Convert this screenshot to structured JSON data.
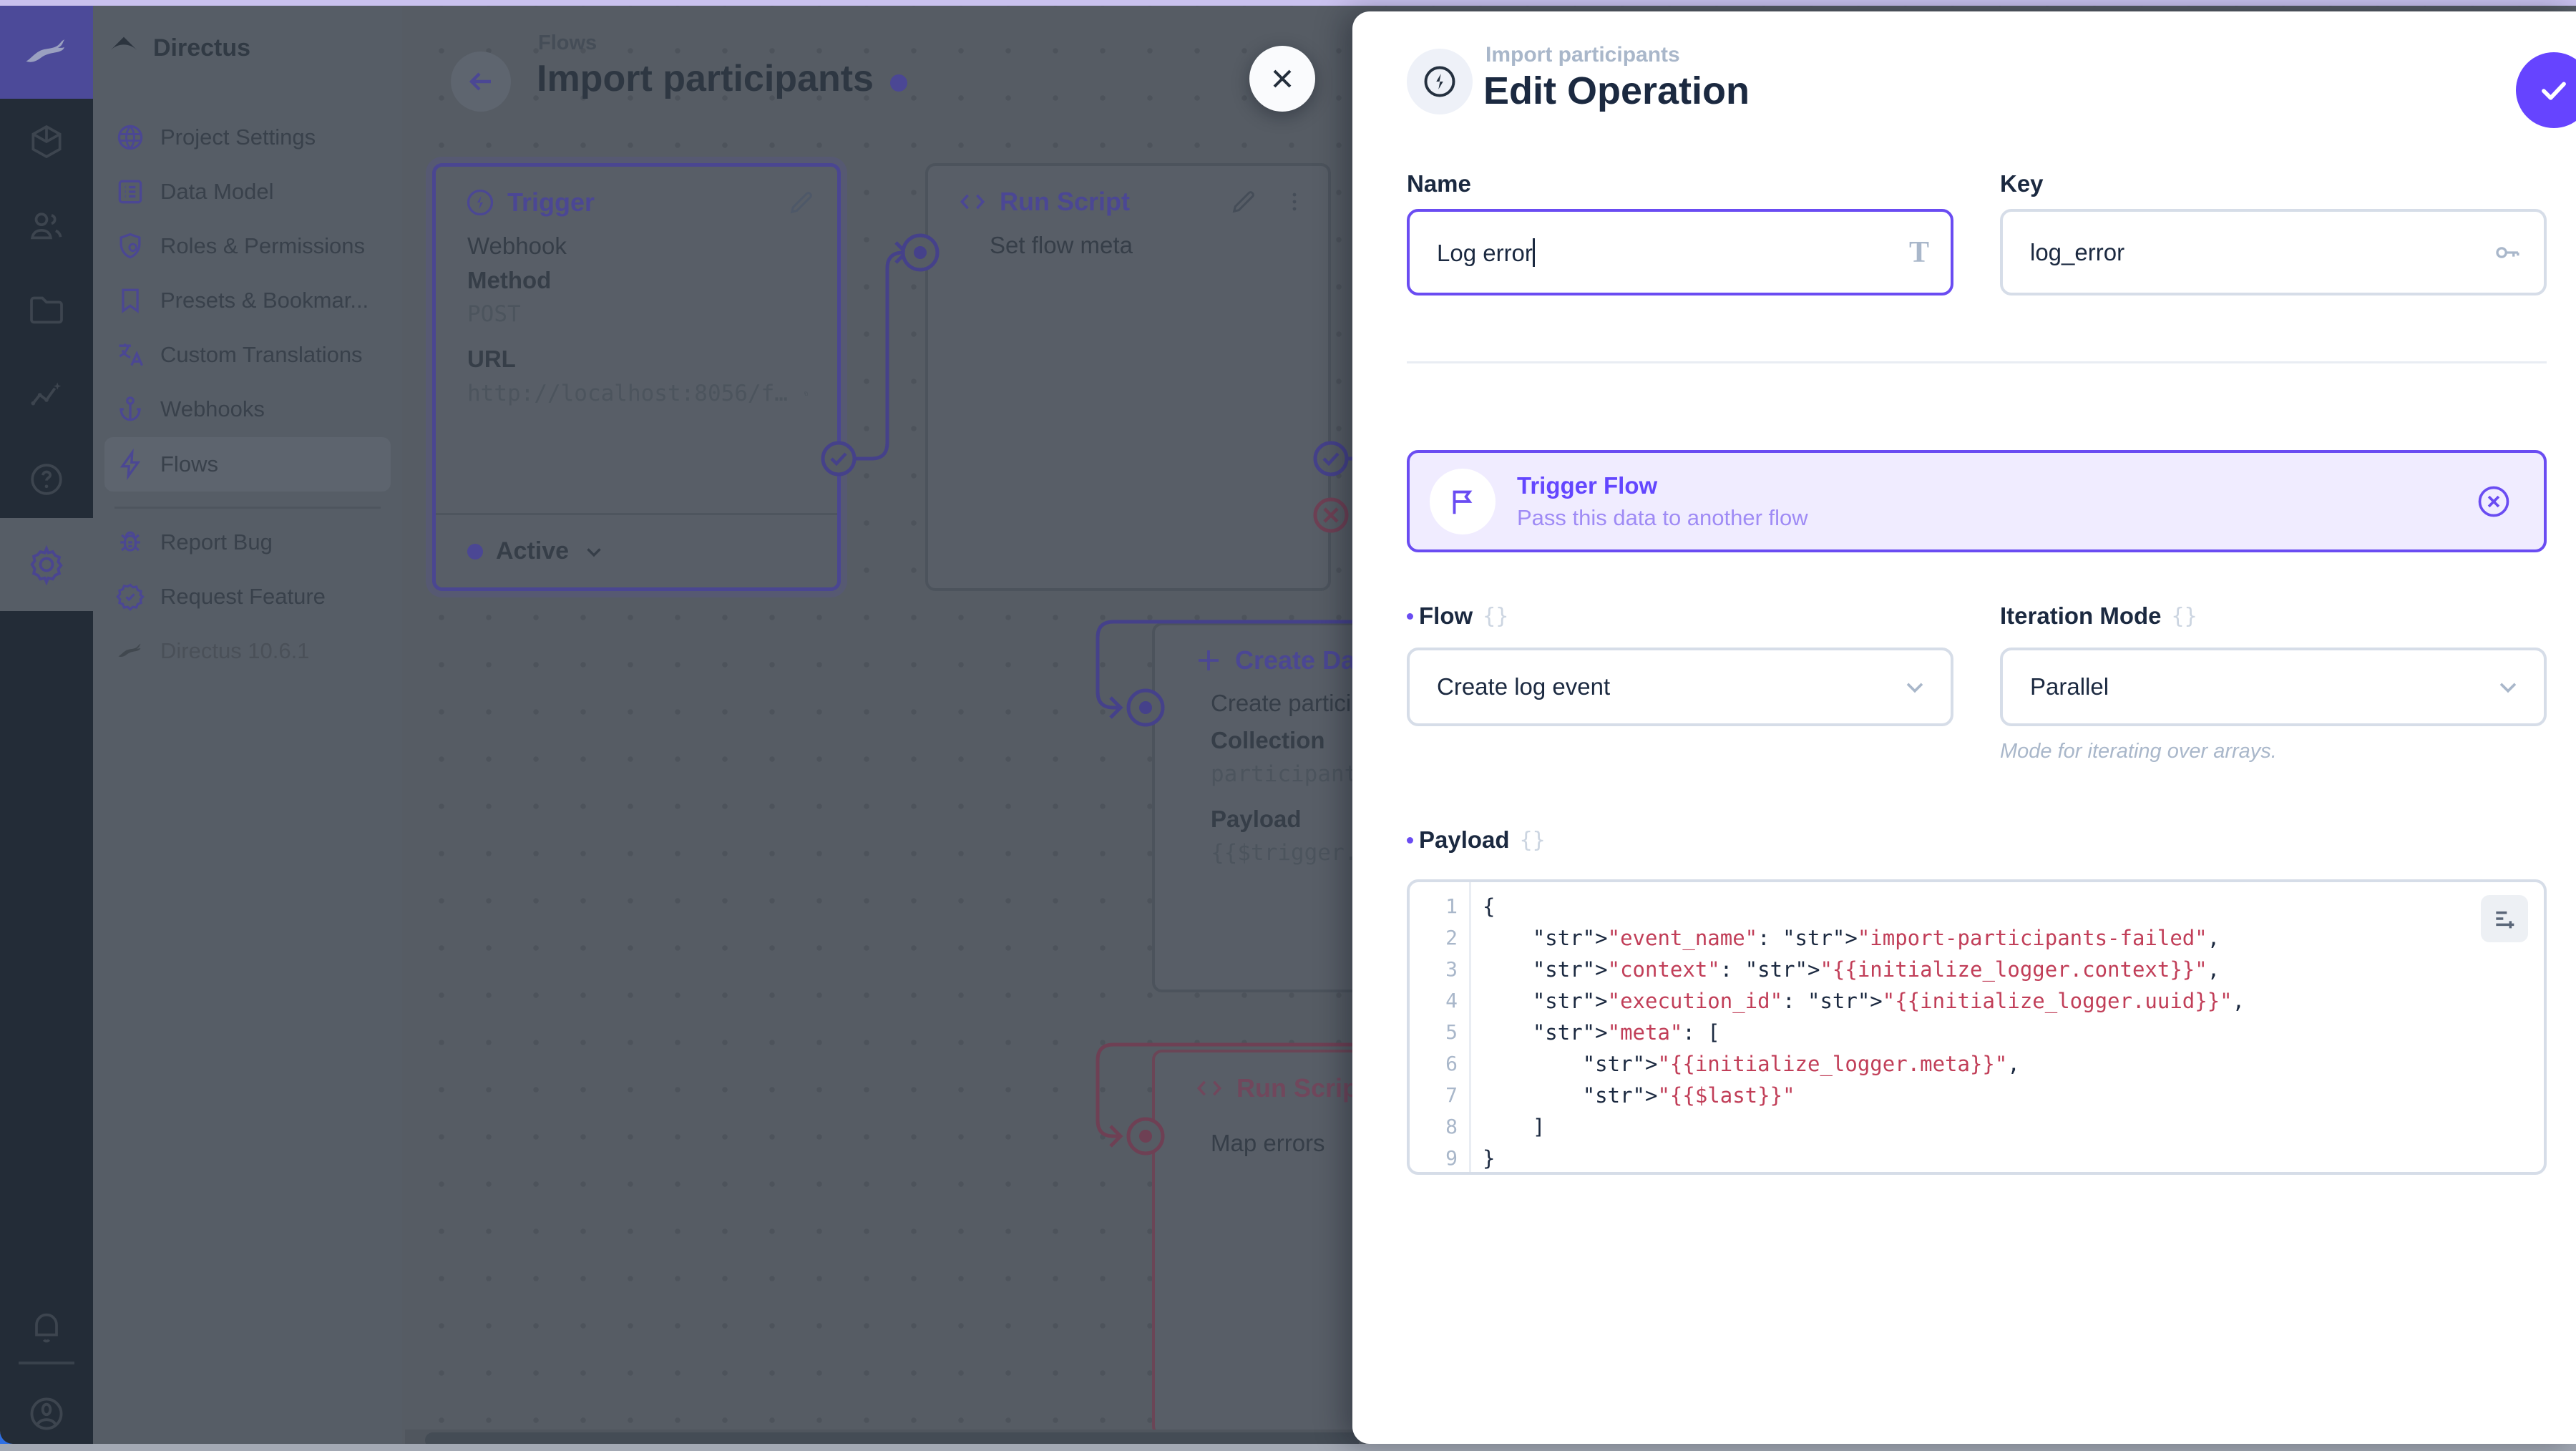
{
  "colors": {
    "brand_purple": "#6644ff",
    "dimmed_purple": "#4b4794",
    "code_string_red": "#c13e58",
    "error_red": "#6e4054",
    "drawer_bg": "#ffffff",
    "canvas_dimmed_bg": "#565c64",
    "module_bar_bg": "#232c37",
    "banner_bg": "#f0ecff"
  },
  "sidebar": {
    "project_name": "Directus",
    "items": [
      {
        "label": "Project Settings"
      },
      {
        "label": "Data Model"
      },
      {
        "label": "Roles & Permissions"
      },
      {
        "label": "Presets & Bookmar..."
      },
      {
        "label": "Custom Translations"
      },
      {
        "label": "Webhooks"
      },
      {
        "label": "Flows"
      }
    ],
    "secondary_items": [
      {
        "label": "Report Bug"
      },
      {
        "label": "Request Feature"
      }
    ],
    "version": "Directus 10.6.1"
  },
  "canvas": {
    "breadcrumb": "Flows",
    "title": "Import participants",
    "trigger_panel": {
      "title": "Trigger",
      "type": "Webhook",
      "method_label": "Method",
      "method": "POST",
      "url_label": "URL",
      "url": "http://localhost:8056/f…",
      "status": "Active"
    },
    "run_script_panel": {
      "title": "Run Script",
      "name": "Set flow meta"
    },
    "create_data_panel": {
      "title": "Create Data",
      "name": "Create participant",
      "collection_label": "Collection",
      "collection": "participants",
      "payload_label": "Payload",
      "payload": "{{$trigger.body}}"
    },
    "map_errors_panel": {
      "title": "Run Script",
      "name": "Map errors"
    }
  },
  "drawer": {
    "breadcrumb": "Import participants",
    "title": "Edit Operation",
    "name_label": "Name",
    "name_value": "Log error",
    "key_label": "Key",
    "key_value": "log_error",
    "banner": {
      "title": "Trigger Flow",
      "subtitle": "Pass this data to another flow"
    },
    "flow_label": "Flow",
    "flow_value": "Create log event",
    "iteration_label": "Iteration Mode",
    "iteration_value": "Parallel",
    "iteration_note": "Mode for iterating over arrays.",
    "payload_label": "Payload",
    "payload_lines": [
      "{",
      "    \"event_name\": \"import-participants-failed\",",
      "    \"context\": \"{{initialize_logger.context}}\",",
      "    \"execution_id\": \"{{initialize_logger.uuid}}\",",
      "    \"meta\": [",
      "        \"{{initialize_logger.meta}}\",",
      "        \"{{$last}}\"",
      "    ]",
      "}"
    ]
  }
}
